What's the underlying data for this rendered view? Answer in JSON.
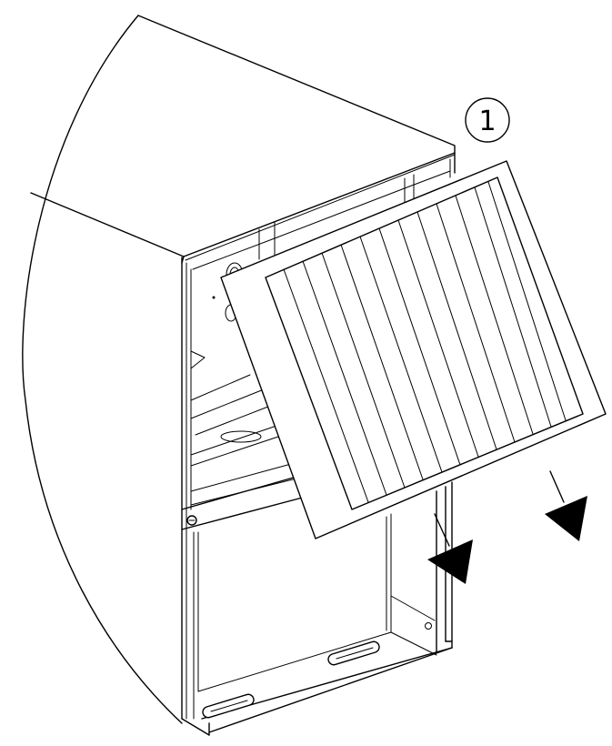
{
  "diagram": {
    "step_marker": {
      "label": "1"
    },
    "colors": {
      "line": "#000000",
      "background": "#ffffff"
    },
    "arrows": [
      {
        "name": "down-arrow-icon",
        "direction": "down"
      },
      {
        "name": "down-arrow-icon",
        "direction": "down"
      }
    ]
  }
}
